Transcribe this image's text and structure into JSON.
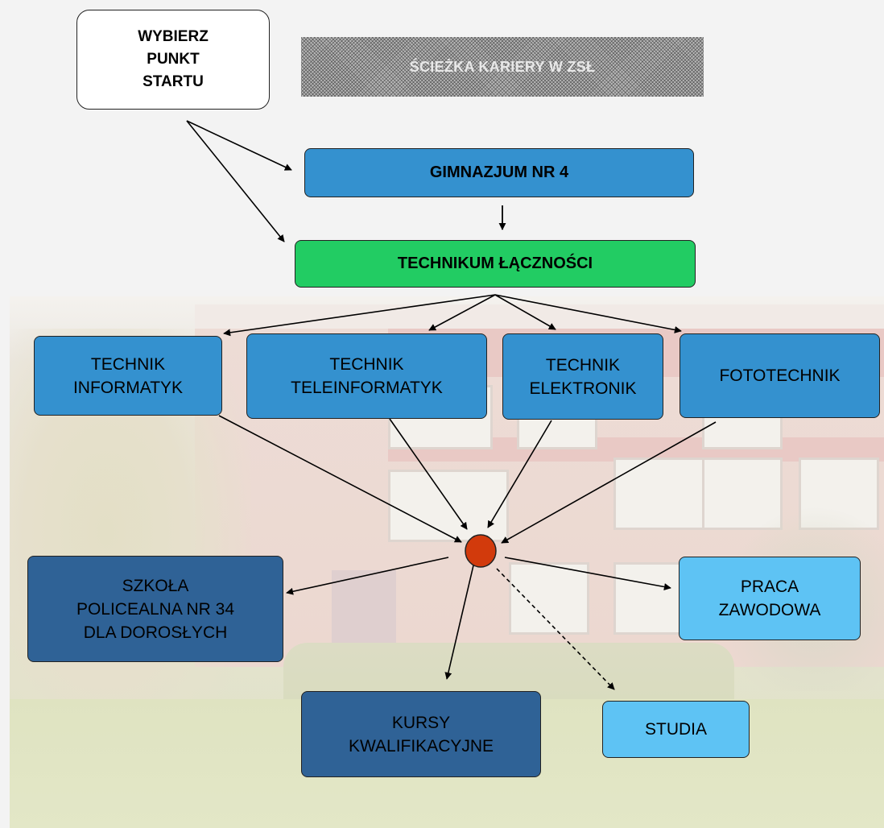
{
  "diagram": {
    "start_node": {
      "text": "WYBIERZ\nPUNKT\nSTARTU"
    },
    "title": {
      "text": "ŚCIEŻKA KARIERY W ZSŁ"
    },
    "nodes": {
      "gimnazjum": "GIMNAZJUM NR 4",
      "technikum": "TECHNIKUM ŁĄCZNOŚCI",
      "informatyk": "TECHNIK\nINFORMATYK",
      "teleinformatyk": "TECHNIK\nTELEINFORMATYK",
      "elektronik": "TECHNIK\nELEKTRONIK",
      "fototechnik": "FOTOTECHNIK",
      "policealna": "SZKOŁA\nPOLICEALNA NR 34\nDLA DOROSŁYCH",
      "praca": "PRACA\nZAWODOWA",
      "kursy": "KURSY\nKWALIFIKACYJNE",
      "studia": "STUDIA"
    },
    "colors": {
      "node_mid_blue": "#3491cf",
      "node_green": "#22cc63",
      "node_dark_blue": "#2f6296",
      "node_light_blue": "#5ec3f4",
      "hub": "#d23a0c"
    },
    "edges": [
      {
        "from": "start",
        "to": "gimnazjum",
        "style": "solid"
      },
      {
        "from": "start",
        "to": "technikum",
        "style": "solid"
      },
      {
        "from": "gimnazjum",
        "to": "technikum",
        "style": "solid"
      },
      {
        "from": "technikum",
        "to": "informatyk",
        "style": "solid"
      },
      {
        "from": "technikum",
        "to": "teleinformatyk",
        "style": "solid"
      },
      {
        "from": "technikum",
        "to": "elektronik",
        "style": "solid"
      },
      {
        "from": "technikum",
        "to": "fototechnik",
        "style": "solid"
      },
      {
        "from": "informatyk",
        "to": "hub",
        "style": "solid"
      },
      {
        "from": "teleinformatyk",
        "to": "hub",
        "style": "solid"
      },
      {
        "from": "elektronik",
        "to": "hub",
        "style": "solid"
      },
      {
        "from": "fototechnik",
        "to": "hub",
        "style": "solid"
      },
      {
        "from": "hub",
        "to": "policealna",
        "style": "solid"
      },
      {
        "from": "hub",
        "to": "praca",
        "style": "solid"
      },
      {
        "from": "hub",
        "to": "kursy",
        "style": "solid"
      },
      {
        "from": "hub",
        "to": "studia",
        "style": "dashed"
      }
    ]
  }
}
